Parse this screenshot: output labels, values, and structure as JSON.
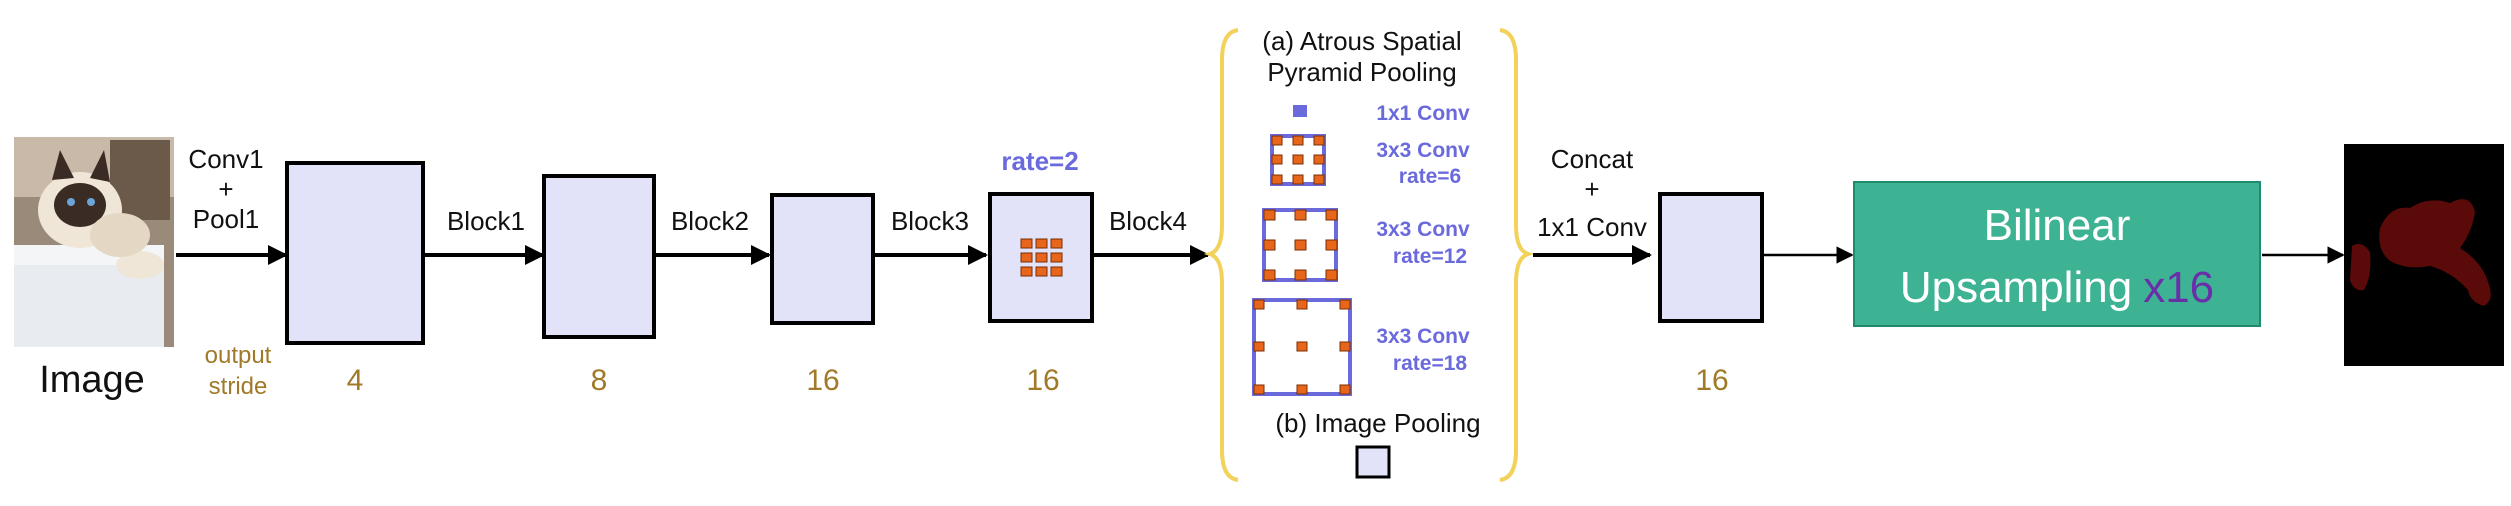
{
  "input": {
    "caption": "Image"
  },
  "stages": {
    "conv1_pool1": [
      "Conv1",
      "+",
      "Pool1"
    ],
    "block1": "Block1",
    "block2": "Block2",
    "block3": "Block3",
    "block4": "Block4",
    "concat_conv": [
      "Concat",
      "+",
      "1x1 Conv"
    ]
  },
  "output_stride": {
    "label": [
      "output",
      "stride"
    ],
    "values": [
      "4",
      "8",
      "16",
      "16",
      "16"
    ]
  },
  "block4_rate": "rate=2",
  "aspp": {
    "title": [
      "(a) Atrous Spatial",
      "Pyramid Pooling"
    ],
    "branches": [
      {
        "name": "1x1 Conv",
        "rate": ""
      },
      {
        "name": "3x3 Conv",
        "rate": "rate=6"
      },
      {
        "name": "3x3 Conv",
        "rate": "rate=12"
      },
      {
        "name": "3x3 Conv",
        "rate": "rate=18"
      }
    ],
    "image_pooling": "(b) Image Pooling"
  },
  "upsampling": {
    "label_line1": "Bilinear",
    "label_line2": "Upsampling",
    "factor": "x16"
  },
  "colors": {
    "feature_map_fill": "#e2e2f8",
    "stride_text": "#a07a28",
    "kernel_blue": "#6a6add",
    "dot_orange": "#e8661c",
    "upsampling_box": "#3db394",
    "brace_yellow": "#f2d25a",
    "segmentation_mask": "#5a0a08"
  }
}
